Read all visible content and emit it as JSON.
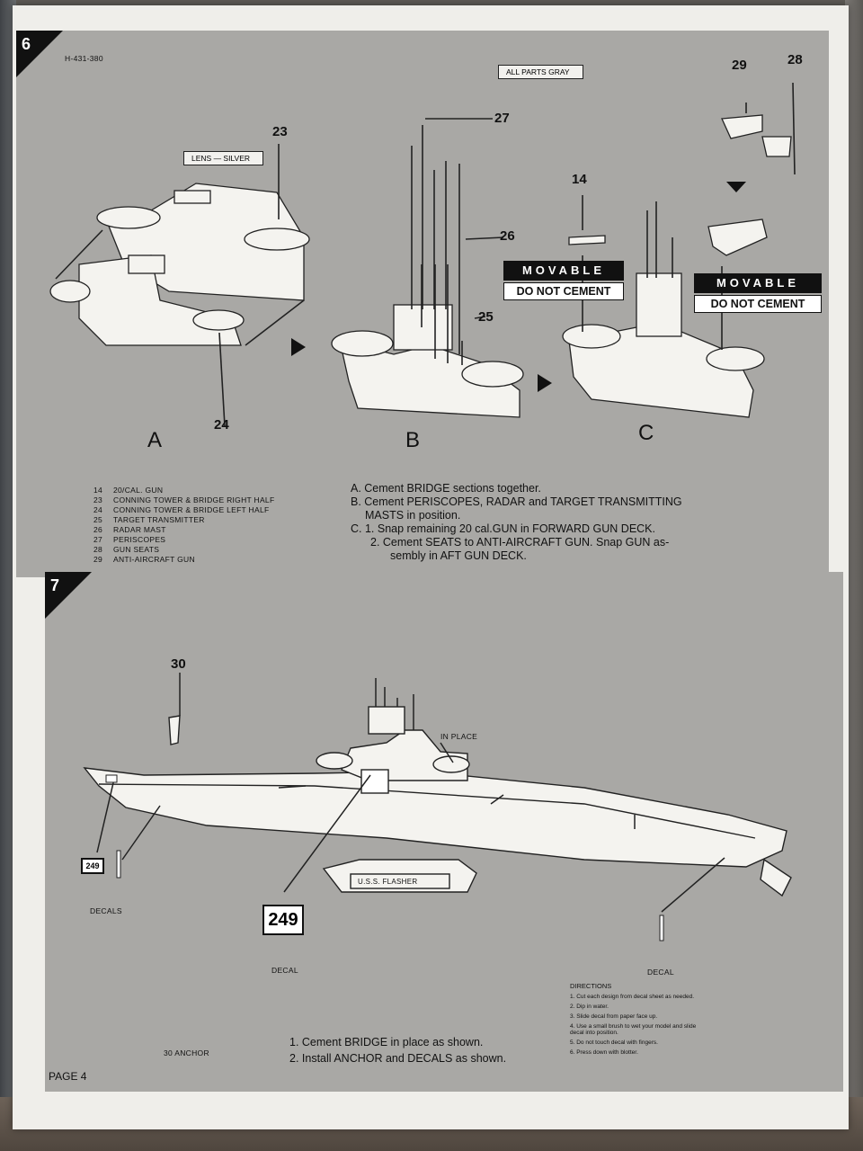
{
  "header": {
    "step6": "6",
    "code": "H-431-380",
    "all_parts": "ALL PARTS GRAY",
    "lens": "LENS — SILVER"
  },
  "part_numbers": {
    "n23": "23",
    "n24": "24",
    "n25": "25",
    "n26": "26",
    "n27": "27",
    "n14": "14",
    "n29": "29",
    "n28": "28",
    "n30": "30"
  },
  "view_labels": {
    "a": "A",
    "b": "B",
    "c": "C"
  },
  "movable": {
    "label": "MOVABLE",
    "warning": "DO NOT CEMENT"
  },
  "parts_list": [
    {
      "num": "14",
      "name": "20/CAL. GUN"
    },
    {
      "num": "23",
      "name": "CONNING TOWER & BRIDGE RIGHT HALF"
    },
    {
      "num": "24",
      "name": "CONNING TOWER & BRIDGE LEFT HALF"
    },
    {
      "num": "25",
      "name": "TARGET TRANSMITTER"
    },
    {
      "num": "26",
      "name": "RADAR MAST"
    },
    {
      "num": "27",
      "name": "PERISCOPES"
    },
    {
      "num": "28",
      "name": "GUN SEATS"
    },
    {
      "num": "29",
      "name": "ANTI-AIRCRAFT GUN"
    }
  ],
  "instructions6": {
    "a": "A. Cement BRIDGE sections together.",
    "b1": "B. Cement PERISCOPES, RADAR and TARGET TRANSMITTING",
    "b2": "MASTS in position.",
    "c1": "C. 1.  Snap remaining 20 cal.GUN in FORWARD GUN DECK.",
    "c2": "2.  Cement SEATS to ANTI-AIRCRAFT GUN. Snap GUN as-",
    "c3": "sembly in AFT GUN DECK."
  },
  "step7": {
    "num": "7",
    "in_place": "IN PLACE",
    "decal_num": "249",
    "decals": "DECALS",
    "decal": "DECAL",
    "decal_right": "DECAL",
    "stand": "U.S.S. FLASHER",
    "anchor": "30   ANCHOR",
    "instr1": "1.   Cement BRIDGE in place as shown.",
    "instr2": "2.   Install ANCHOR and DECALS as shown."
  },
  "directions": {
    "title": "DIRECTIONS",
    "items": [
      "1.  Cut each design from decal sheet as needed.",
      "2.  Dip in water.",
      "3.  Slide decal from paper face up.",
      "4.  Use a small brush to wet your model and slide",
      "     decal into position.",
      "5.  Do not touch decal with fingers.",
      "6.  Press down with blotter."
    ]
  },
  "footer": {
    "page": "PAGE 4"
  }
}
